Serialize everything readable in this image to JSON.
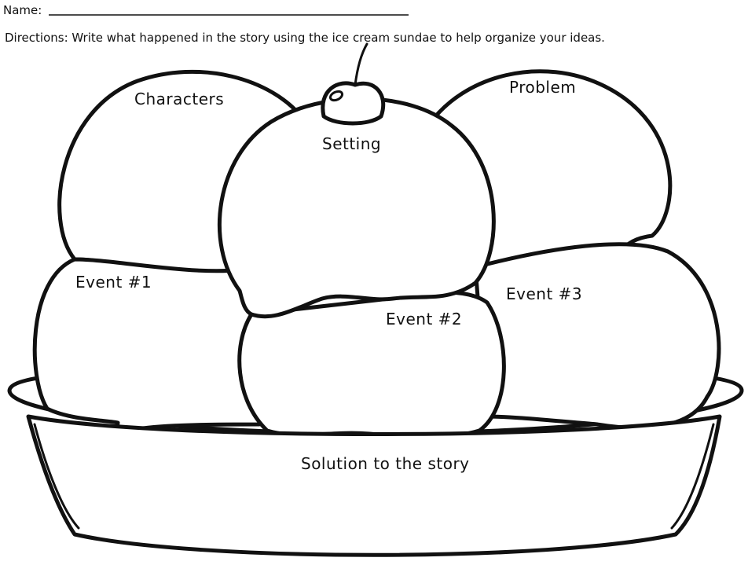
{
  "header": {
    "name_label": "Name:",
    "directions": "Directions:  Write what happened in the story using the ice cream sundae to help organize your ideas."
  },
  "sections": {
    "characters": "Characters",
    "setting": "Setting",
    "problem": "Problem",
    "event_1": "Event #1",
    "event_2": "Event #2",
    "event_3": "Event #3",
    "solution": "Solution to the story"
  },
  "colors": {
    "ink": "#111111",
    "paper": "#ffffff"
  },
  "icons": {
    "cherry": "cherry-icon"
  }
}
